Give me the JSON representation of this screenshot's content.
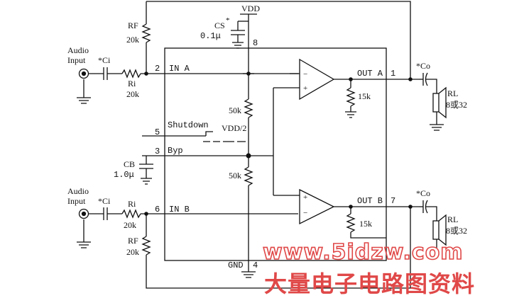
{
  "labels": {
    "vdd": "VDD",
    "cs": "CS",
    "cs_star": "*",
    "cs_val": "0.1μ",
    "pin8": "8",
    "rf_top": "RF",
    "rf_top_val": "20k",
    "audio_a_1": "Audio",
    "audio_a_2": "Input",
    "ci_a": "*Ci",
    "ri_a": "Ri",
    "ri_a_val": "20k",
    "pin2": "2",
    "in_a": "IN A",
    "out_a": "OUT A",
    "pin1": "1",
    "co_a": "*Co",
    "r15k_a": "15k",
    "rl_a": "RL",
    "rl_a_val": "8或32",
    "r50k_top": "50k",
    "pin5": "5",
    "shutdown": "Shutdown",
    "vdd2": "VDD/2",
    "pin3": "3",
    "byp": "Byp",
    "cb": "CB",
    "cb_val": "1.0μ",
    "r50k_bot": "50k",
    "audio_b_1": "Audio",
    "audio_b_2": "Input",
    "ci_b": "*Ci",
    "ri_b": "Ri",
    "ri_b_val": "20k",
    "pin6": "6",
    "in_b": "IN B",
    "out_b": "OUT B",
    "pin7": "7",
    "co_b": "*Co",
    "r15k_b": "15k",
    "rl_b": "RL",
    "rl_b_val": "8或32",
    "rf_bot": "RF",
    "rf_bot_val": "20k",
    "gnd": "GND",
    "pin4": "4"
  },
  "watermark": {
    "url": "www.5idzw.com",
    "cn": "大量电子电路图资料"
  },
  "colors": {
    "line": "#111111",
    "watermark": "#e04848"
  }
}
